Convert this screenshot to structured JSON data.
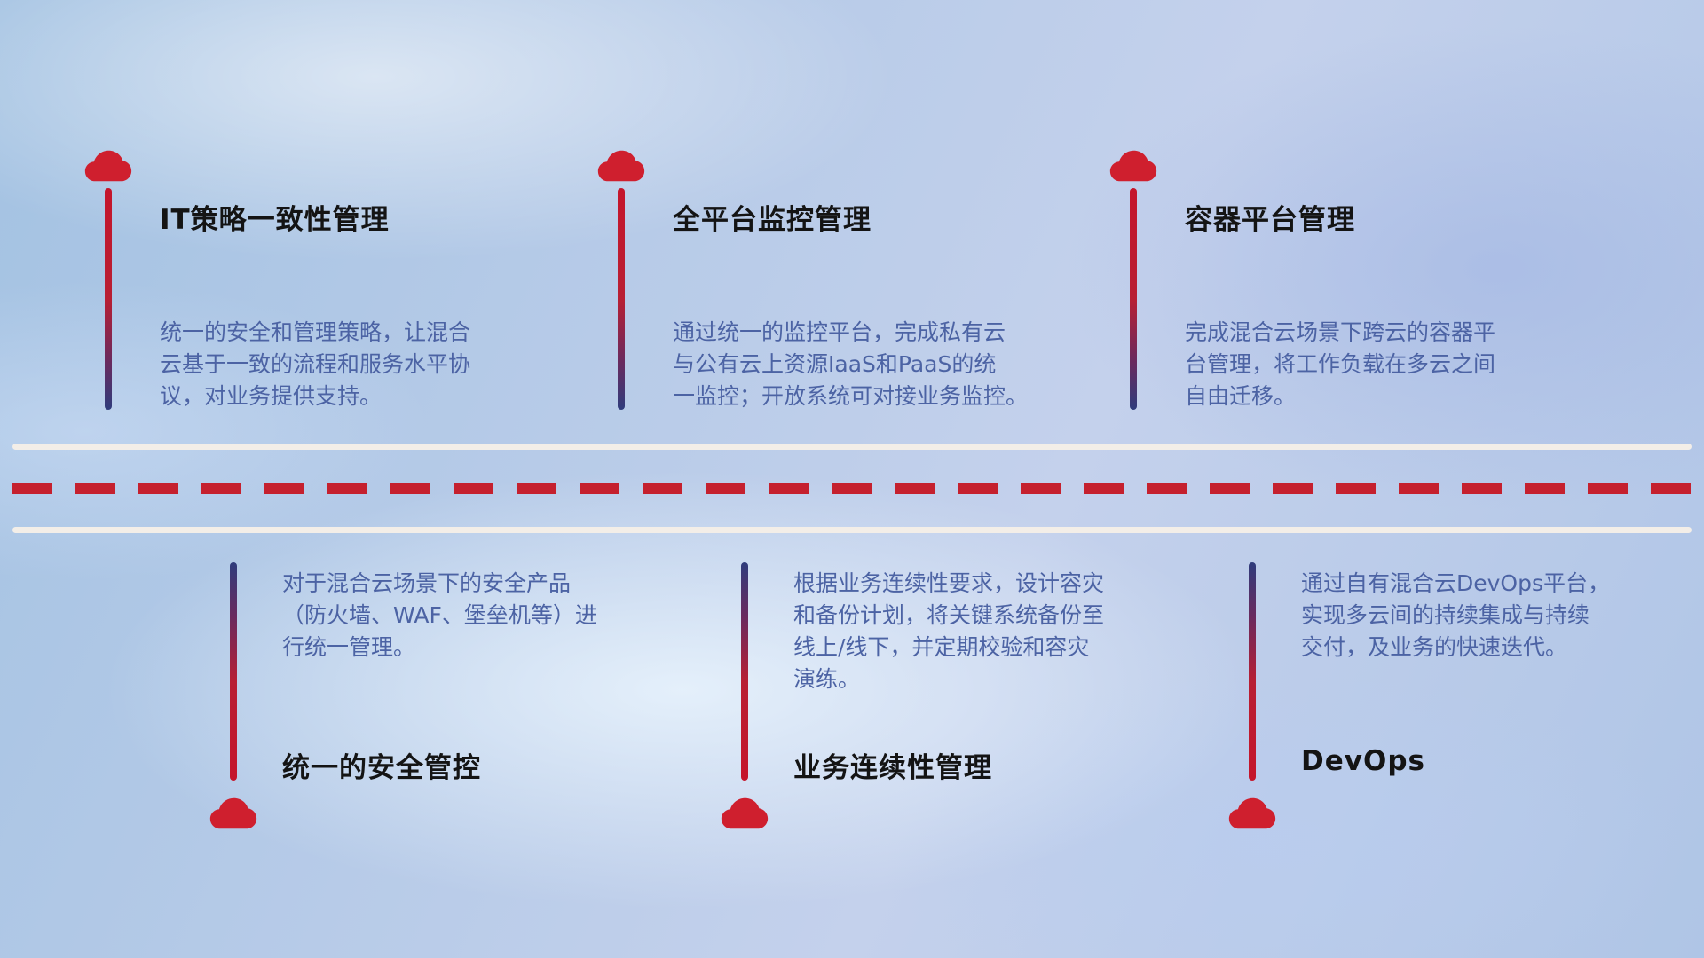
{
  "colors": {
    "cloud_red": "#cf1f2e",
    "stem_red": "#c5152b",
    "stem_navy": "#2f3c7c",
    "title_text": "#141414",
    "description_text": "#4c63a4",
    "road_white": "#f3eee8",
    "road_dash_red": "#c5202e",
    "background_blue": "#b7cbe8"
  },
  "icons": {
    "marker": "cloud-icon"
  },
  "top_items": [
    {
      "title": "IT策略一致性管理",
      "desc": "统一的安全和管理策略，让混合\n云基于一致的流程和服务水平协\n议，对业务提供支持。"
    },
    {
      "title": "全平台监控管理",
      "desc": "通过统一的监控平台，完成私有云\n与公有云上资源IaaS和PaaS的统\n一监控；开放系统可对接业务监控。"
    },
    {
      "title": "容器平台管理",
      "desc": "完成混合云场景下跨云的容器平\n台管理，将工作负载在多云之间\n自由迁移。"
    }
  ],
  "bottom_items": [
    {
      "title": "统一的安全管控",
      "desc": "对于混合云场景下的安全产品\n（防火墙、WAF、堡垒机等）进\n行统一管理。"
    },
    {
      "title": "业务连续性管理",
      "desc": "根据业务连续性要求，设计容灾\n和备份计划，将关键系统备份至\n线上/线下，并定期校验和容灾\n演练。"
    },
    {
      "title": "DevOps",
      "desc": "通过自有混合云DevOps平台，\n实现多云间的持续集成与持续\n交付，及业务的快速迭代。"
    }
  ]
}
